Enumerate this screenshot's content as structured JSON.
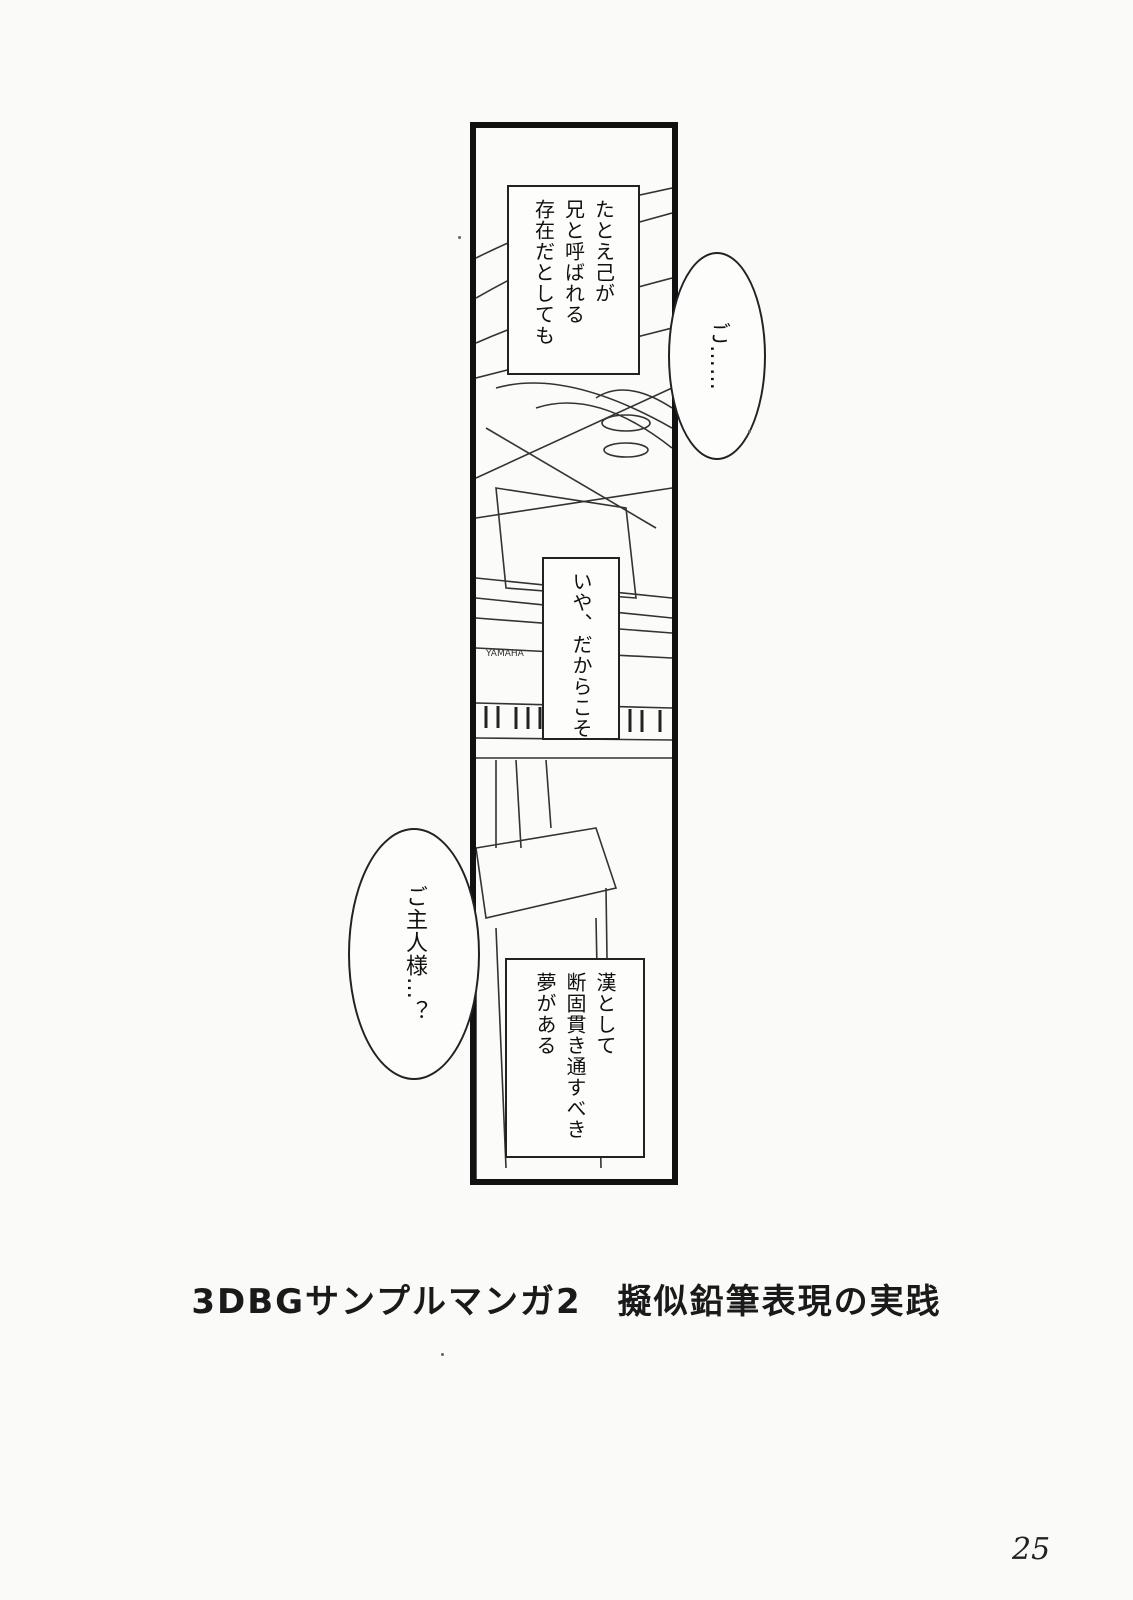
{
  "panel": {
    "narration_top": [
      "たとえ己が",
      "兄と呼ばれる",
      "存在だとしても"
    ],
    "bubble_top": "ご……",
    "narration_middle": "いや、だからこそ",
    "bubble_bottom": "ご主人様…？",
    "narration_bottom": [
      "漢として",
      "断固貫き通すべき",
      "夢がある"
    ],
    "piano_brand": "YAMAHA"
  },
  "caption": "3DBGサンプルマンガ2　擬似鉛筆表現の実践",
  "page_number": "25"
}
